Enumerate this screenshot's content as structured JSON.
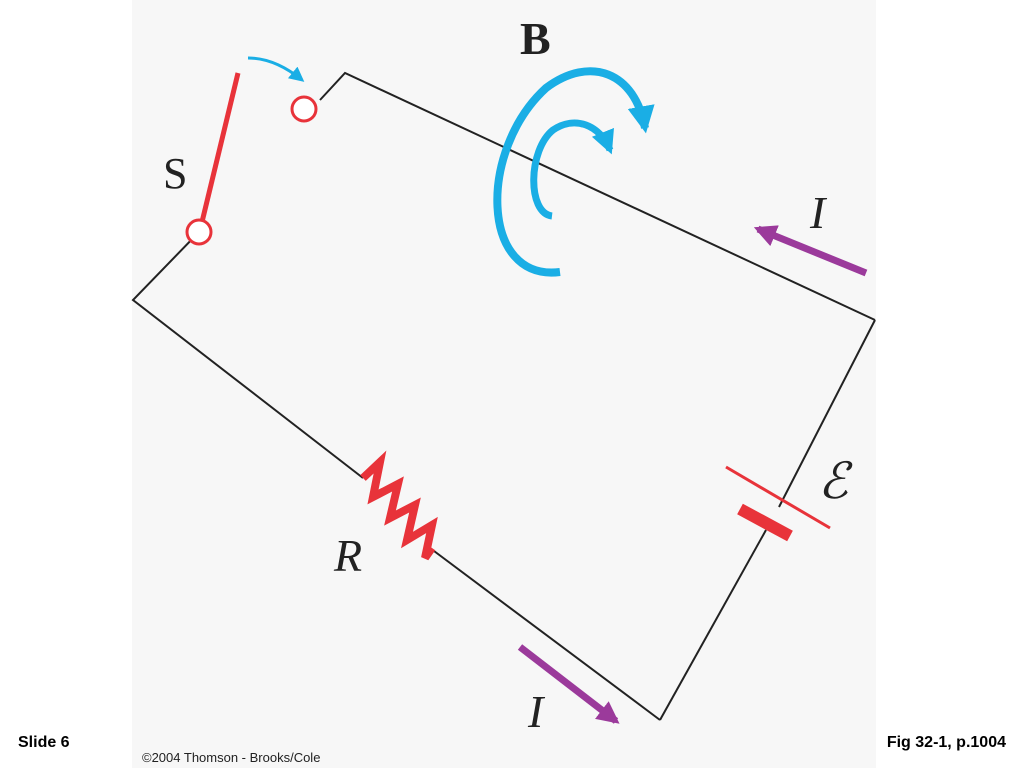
{
  "labels": {
    "switch": "S",
    "magnetic_field": "B",
    "current_top": "I",
    "current_bottom": "I",
    "resistor": "R",
    "emf": "ℰ"
  },
  "footer": {
    "slide_number": "Slide 6",
    "copyright": "©2004 Thomson - Brooks/Cole",
    "figure_reference": "Fig 32-1, p.1004"
  },
  "colors": {
    "wire": "#222222",
    "circuit_element": "#e8333a",
    "magnetic_field": "#1aaee5",
    "current_arrow": "#9b3a9b",
    "figure_background": "#f7f7f7"
  }
}
